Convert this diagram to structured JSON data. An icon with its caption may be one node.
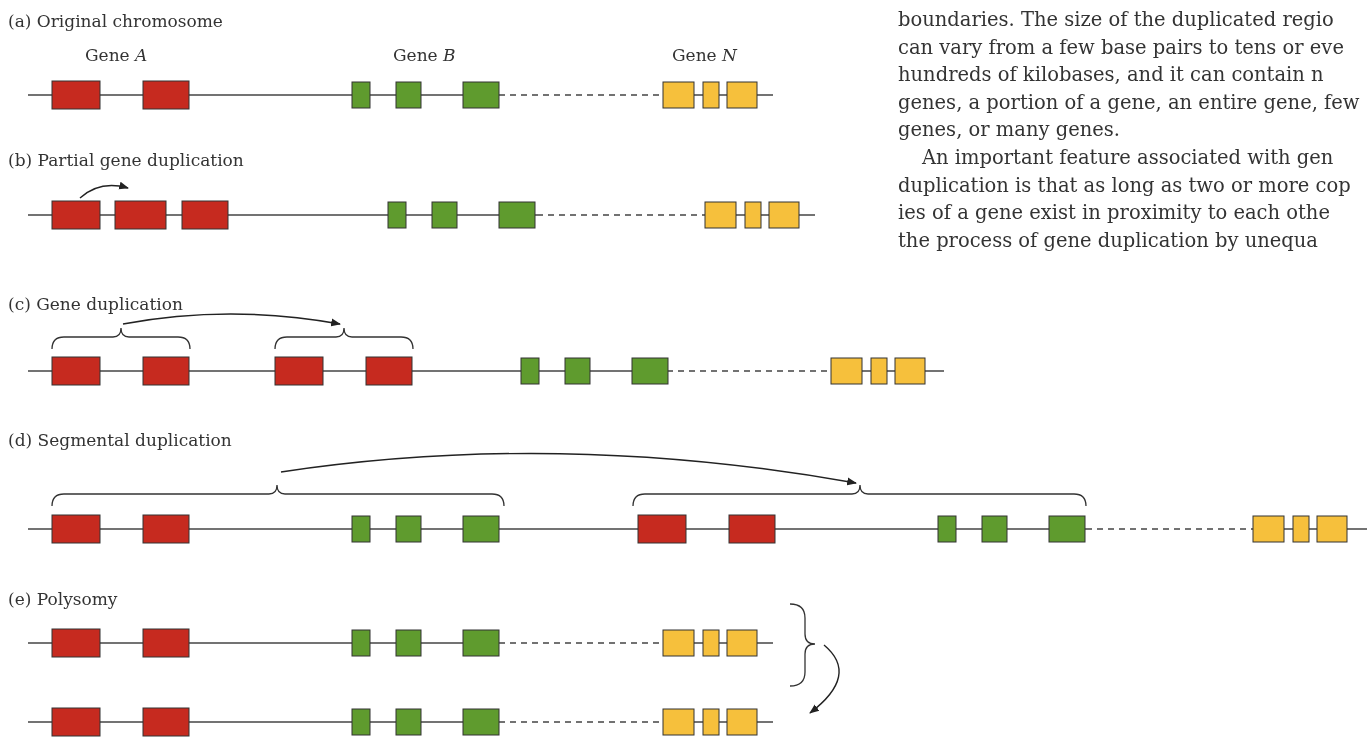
{
  "diagram": {
    "labels": [
      "(a) Original chromosome",
      "Gene *A*",
      "Gene *B*",
      "Gene *N*",
      "(b) Partial gene duplication",
      "(c) Gene duplication",
      "(d) Segmental duplication",
      "(e) Polysomy",
      "boundaries. The size of the duplicated regio can vary from a few base pairs to tens or eve hundreds of kilobases, and it can contain n genes, a portion of a gene, an entire gene, few genes, or many genes.",
      "An important feature associated with gen duplication is that as long as two or more cop ies of a gene exist in proximity to each othe the process of gene duplication by unequa"
    ]
  }
}
